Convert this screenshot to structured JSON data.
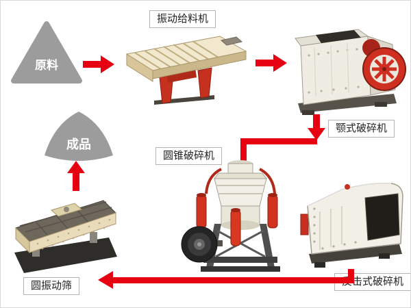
{
  "flow": {
    "title_context": "stone crushing production line flow diagram",
    "nodes": {
      "raw_material": {
        "label": "原料"
      },
      "vibrating_feeder": {
        "label": "振动给料机"
      },
      "jaw_crusher": {
        "label": "颚式破碎机"
      },
      "cone_crusher": {
        "label": "圆锥破碎机"
      },
      "impact_crusher": {
        "label": "反击式破碎机"
      },
      "vibrating_screen": {
        "label": "圆振动筛"
      },
      "finished_product": {
        "label": "成品"
      }
    },
    "colors": {
      "arrow_red": "#e60012",
      "machine_red": "#cf2f21",
      "machine_beige": "#f2e8cd",
      "machine_white": "#f1efe6",
      "shape_gray": "#9c9c9c",
      "label_border": "#b3b3b3"
    }
  }
}
